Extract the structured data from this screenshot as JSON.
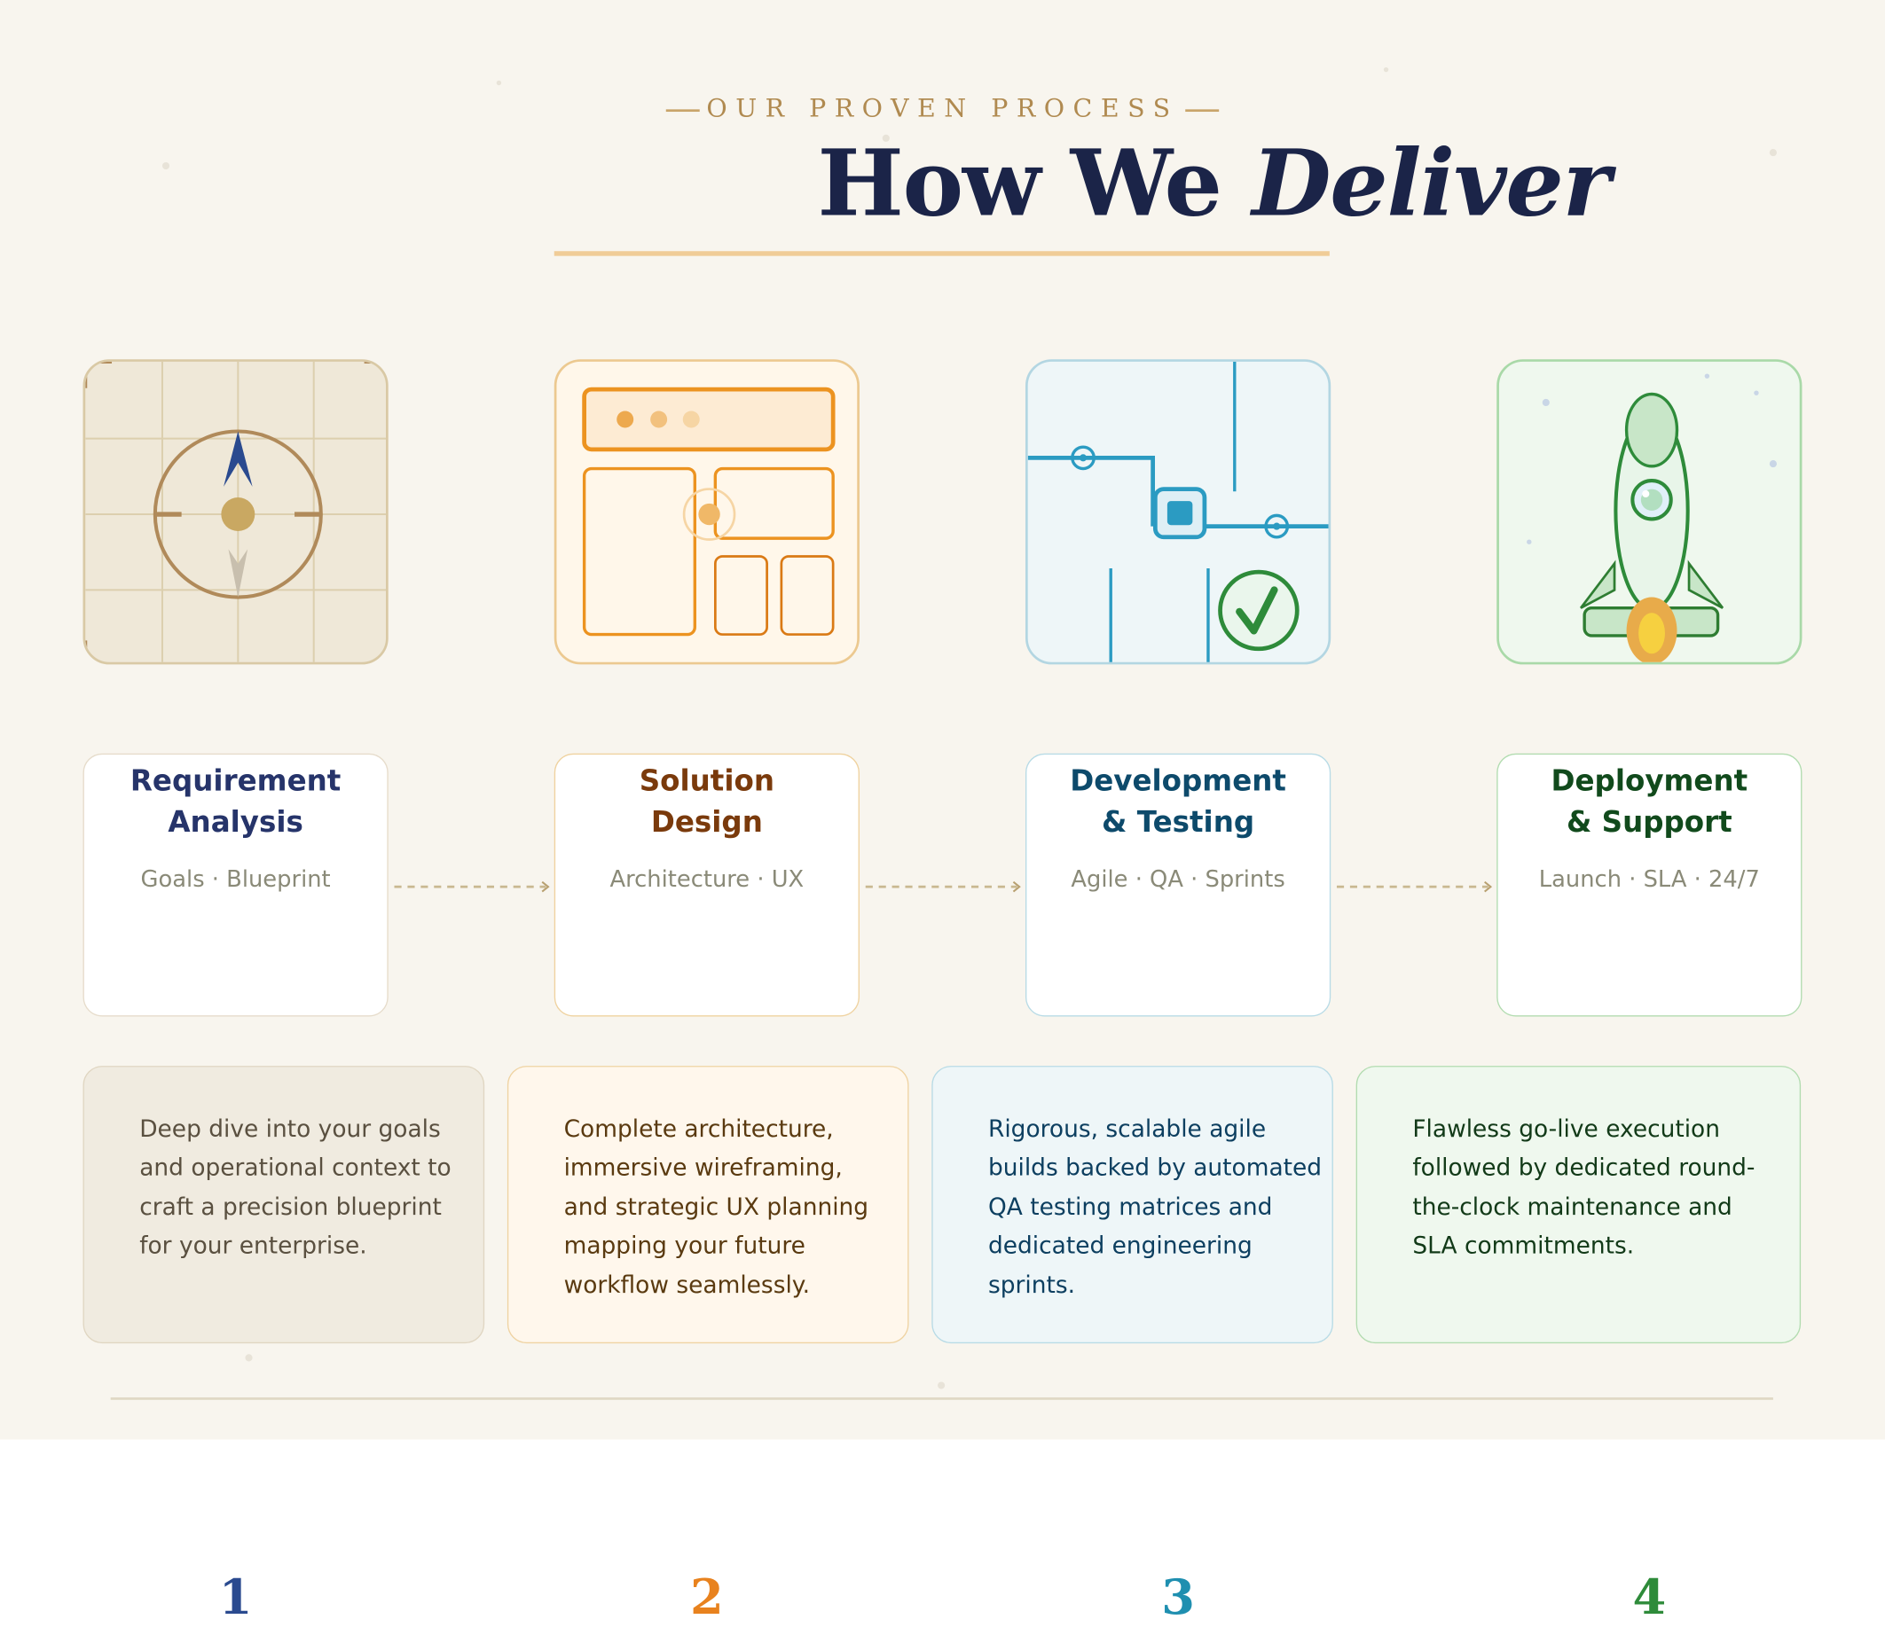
{
  "header": {
    "eyebrow": "OUR PROVEN PROCESS",
    "title_plain": "How We ",
    "title_italic": "Deliver"
  },
  "colors": {
    "background": "#f8f5ee",
    "navy": "#1b2448",
    "gold": "#b08a50",
    "step1": "#2a4a8f",
    "step2": "#e8821e",
    "step3": "#1f8fb0",
    "step4": "#2e8b3a"
  },
  "steps": [
    {
      "number": "1",
      "title_line1": "Requirement",
      "title_line2": "Analysis",
      "tags": "Goals · Blueprint",
      "icon": "compass-icon",
      "description": "Deep dive into your goals and operational context to craft a precision blueprint for your enterprise."
    },
    {
      "number": "2",
      "title_line1": "Solution",
      "title_line2": "Design",
      "tags": "Architecture · UX",
      "icon": "wireframe-icon",
      "description": "Complete architecture, immersive wireframing, and strategic UX planning mapping your future workflow seamlessly."
    },
    {
      "number": "3",
      "title_line1": "Development",
      "title_line2": "& Testing",
      "tags": "Agile · QA · Sprints",
      "icon": "circuit-check-icon",
      "description": "Rigorous, scalable agile builds backed by automated QA testing matrices and dedicated engineering sprints."
    },
    {
      "number": "4",
      "title_line1": "Deployment",
      "title_line2": "& Support",
      "tags": "Launch · SLA · 24/7",
      "icon": "rocket-icon",
      "description": "Flawless go-live execution followed by dedicated round-the-clock maintenance and SLA commitments."
    }
  ]
}
